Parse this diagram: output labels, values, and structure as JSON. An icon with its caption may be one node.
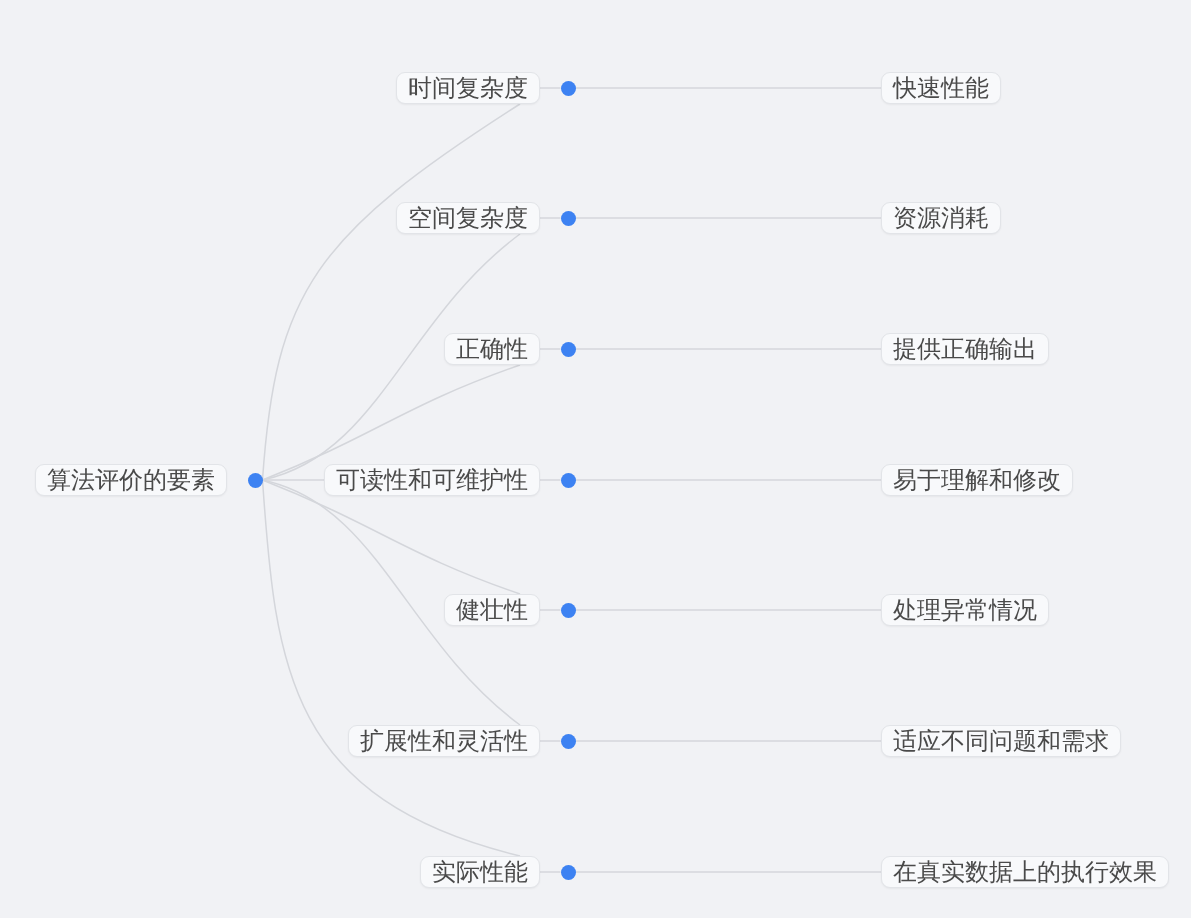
{
  "diagram": {
    "nodes": [
      {
        "text": [
          "算法评价的要素"
        ]
      },
      {
        "text": [],
        "shape": "circle"
      },
      {
        "text": [
          "时间复杂度"
        ]
      },
      {
        "text": [],
        "shape": "circle"
      },
      {
        "text": [
          "快速性能"
        ]
      },
      {
        "text": [
          "空间复杂度"
        ]
      },
      {
        "text": [],
        "shape": "circle"
      },
      {
        "text": [
          "资源消耗"
        ]
      },
      {
        "text": [
          "正确性"
        ]
      },
      {
        "text": [],
        "shape": "circle"
      },
      {
        "text": [
          "提供正确输出"
        ]
      },
      {
        "text": [
          "可读性和可维护性"
        ]
      },
      {
        "text": [],
        "shape": "circle"
      },
      {
        "text": [
          "易于理解和修改"
        ]
      },
      {
        "text": [
          "健壮性"
        ]
      },
      {
        "text": [],
        "shape": "circle"
      },
      {
        "text": [
          "处理异常情况"
        ]
      },
      {
        "text": [
          "扩展性和灵活性"
        ]
      },
      {
        "text": [],
        "shape": "circle"
      },
      {
        "text": [
          "适应不同问题和需求"
        ]
      },
      {
        "text": [
          "实际性能"
        ]
      },
      {
        "text": [],
        "shape": "circle"
      },
      {
        "text": [
          "在真实数据上的执行效果"
        ]
      }
    ],
    "edges": [
      {
        "from": 1,
        "to": 2,
        "arrow": "none"
      },
      {
        "from": 2,
        "to": 3,
        "arrow": "none"
      },
      {
        "from": 3,
        "to": 4,
        "arrow": "none"
      },
      {
        "from": 1,
        "to": 5,
        "arrow": "none"
      },
      {
        "from": 5,
        "to": 6,
        "arrow": "none"
      },
      {
        "from": 6,
        "to": 7,
        "arrow": "none"
      },
      {
        "from": 1,
        "to": 8,
        "arrow": "none"
      },
      {
        "from": 8,
        "to": 9,
        "arrow": "none"
      },
      {
        "from": 9,
        "to": 10,
        "arrow": "none"
      },
      {
        "from": 1,
        "to": 11,
        "arrow": "none"
      },
      {
        "from": 11,
        "to": 12,
        "arrow": "none"
      },
      {
        "from": 12,
        "to": 13,
        "arrow": "none"
      },
      {
        "from": 1,
        "to": 14,
        "arrow": "none"
      },
      {
        "from": 14,
        "to": 15,
        "arrow": "none"
      },
      {
        "from": 15,
        "to": 16,
        "arrow": "none"
      },
      {
        "from": 1,
        "to": 17,
        "arrow": "none"
      },
      {
        "from": 17,
        "to": 18,
        "arrow": "none"
      },
      {
        "from": 18,
        "to": 19,
        "arrow": "none"
      },
      {
        "from": 1,
        "to": 20,
        "arrow": "none"
      },
      {
        "from": 20,
        "to": 21,
        "arrow": "none"
      },
      {
        "from": 21,
        "to": 22,
        "arrow": "none"
      }
    ]
  }
}
